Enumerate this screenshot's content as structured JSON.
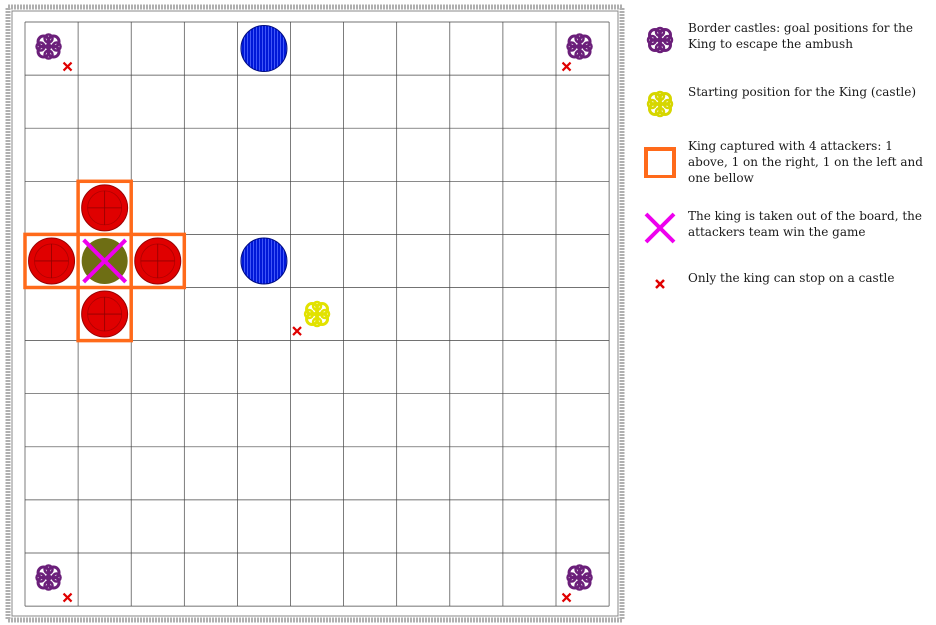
{
  "board": {
    "size": 11,
    "colors": {
      "grid_line": "#444444",
      "frame": "#a0a0a0",
      "castle": "#6b1f7a",
      "start_castle": "#e2e200",
      "attacker": "#e00000",
      "defender": "#0018d8",
      "king": "#6e6e14",
      "capture_box": "#ff6a1a",
      "taken_x": "#ee00ee",
      "restricted_x": "#e00000"
    },
    "border_castles": [
      {
        "col": 0,
        "row": 0
      },
      {
        "col": 10,
        "row": 0
      },
      {
        "col": 0,
        "row": 10
      },
      {
        "col": 10,
        "row": 10
      }
    ],
    "start_castle": {
      "col": 5,
      "row": 5
    },
    "attackers": [
      {
        "col": 1,
        "row": 3
      },
      {
        "col": 0,
        "row": 4
      },
      {
        "col": 2,
        "row": 4
      },
      {
        "col": 1,
        "row": 5
      }
    ],
    "defenders": [
      {
        "col": 4,
        "row": 0
      },
      {
        "col": 4,
        "row": 4
      }
    ],
    "king": {
      "col": 1,
      "row": 4,
      "captured": true
    }
  },
  "legend": [
    {
      "icon": "purple-castle-icon",
      "text": "Border castles: goal positions for the King to escape the ambush"
    },
    {
      "icon": "yellow-castle-icon",
      "text": "Starting position for the King (castle)"
    },
    {
      "icon": "orange-square-icon",
      "text": "King captured with 4 attackers: 1 above, 1 on the right, 1 on the left and one bellow"
    },
    {
      "icon": "magenta-cross-icon",
      "text": "The king is taken out of the board, the attackers team win the game"
    },
    {
      "icon": "red-cross-icon",
      "text": "Only the king can stop on a castle"
    }
  ]
}
